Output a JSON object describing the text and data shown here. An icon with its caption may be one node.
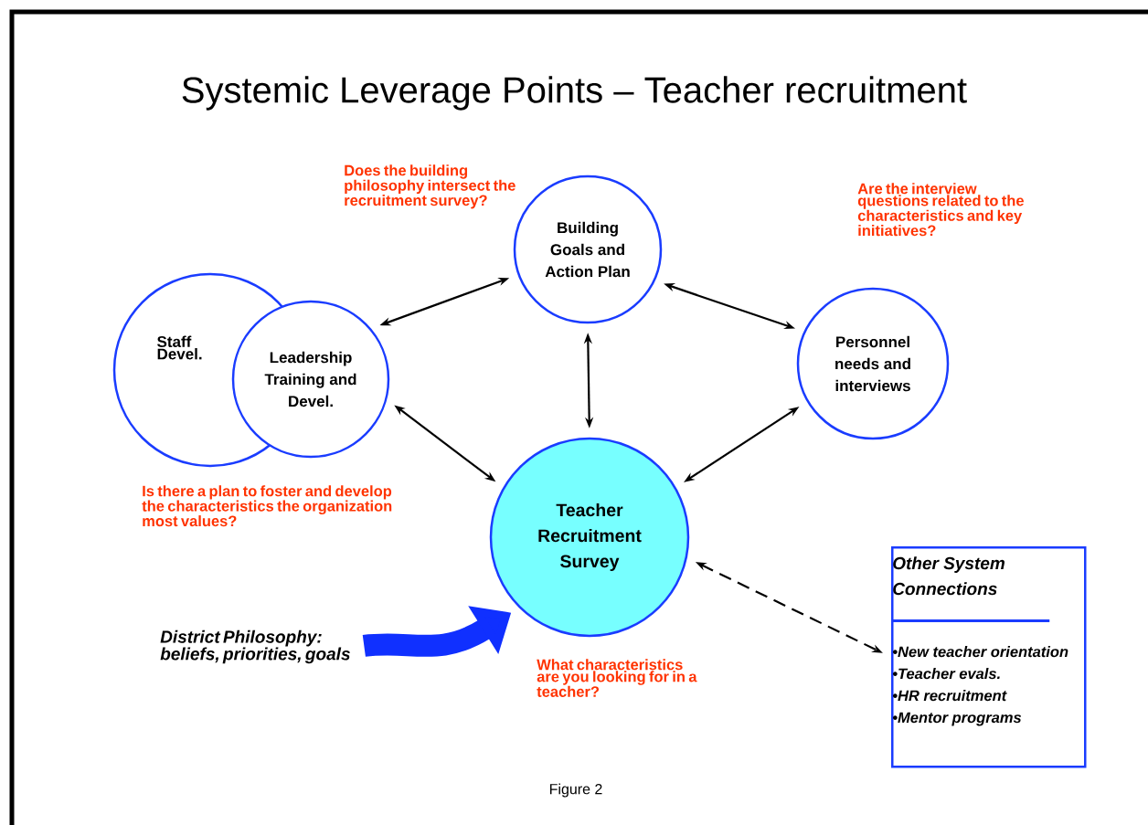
{
  "diagram": {
    "title": "Systemic Leverage Points – Teacher recruitment",
    "caption": "Figure 2",
    "nodes": [
      {
        "text": [
          "Staff Devel."
        ]
      },
      {
        "text": [
          "Leadership Training and Devel."
        ]
      },
      {
        "text": [
          "Building Goals and Action Plan"
        ]
      },
      {
        "text": [
          "Personnel needs and interviews"
        ]
      },
      {
        "text": [
          "Teacher Recruitment Survey"
        ]
      },
      {
        "text": [
          "Other System Connections",
          "•New teacher orientation",
          "•Teacher evals.",
          "•HR recruitment",
          "•Mentor programs"
        ]
      },
      {
        "text": [
          "District Philosophy: beliefs, priorities, goals"
        ]
      }
    ],
    "edges": [
      {
        "from": 1,
        "to": 2,
        "arrow": "both"
      },
      {
        "from": 2,
        "to": 3,
        "arrow": "both"
      },
      {
        "from": 2,
        "to": 4,
        "arrow": "both"
      },
      {
        "from": 1,
        "to": 4,
        "arrow": "both"
      },
      {
        "from": 3,
        "to": 4,
        "arrow": "both"
      },
      {
        "from": 4,
        "to": 5,
        "arrow": "both",
        "style": "dashed"
      },
      {
        "from": 6,
        "to": 4,
        "arrow": "to",
        "style": "thick",
        "color": "#1030ff"
      }
    ],
    "labels": [
      "Does the building philosophy intersect the recruitment survey?",
      "Are the interview questions related to the characteristics and key initiatives?",
      "Is there a plan to foster and develop the characteristics the organization most values?",
      "What characteristics are you looking for in a teacher?"
    ]
  }
}
